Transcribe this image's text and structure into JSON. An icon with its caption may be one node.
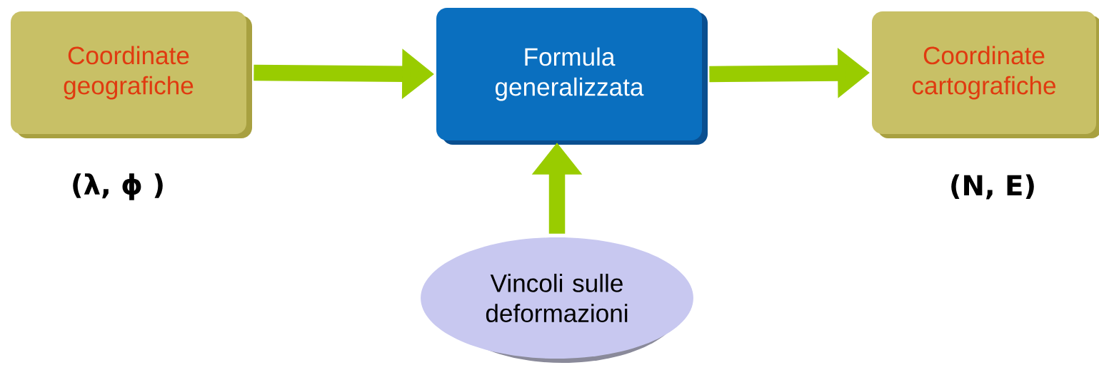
{
  "diagram": {
    "nodes": [
      {
        "text": [
          "Coordinate geografiche"
        ],
        "beside": [
          "(λ, ϕ )"
        ]
      },
      {
        "text": [
          "Formula generalizzata"
        ]
      },
      {
        "text": [
          "Coordinate cartografiche"
        ],
        "beside": [
          "(N, E)"
        ]
      },
      {
        "text": [
          "Vincoli sulle deformazioni"
        ]
      }
    ],
    "edges": [
      {
        "from": 0,
        "to": 1,
        "arrow": "to"
      },
      {
        "from": 1,
        "to": 2,
        "arrow": "to"
      },
      {
        "from": 3,
        "to": 1,
        "arrow": "to"
      }
    ]
  }
}
